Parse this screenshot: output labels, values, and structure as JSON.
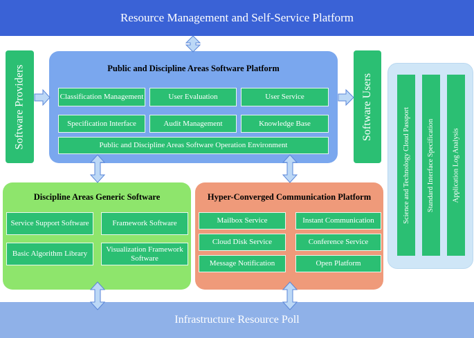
{
  "top_banner": "Resource Management and  Self-Service Platform",
  "bottom_banner": "Infrastructure Resource Poll",
  "software_providers": "Software Providers",
  "software_users": "Software Users",
  "public_platform": {
    "title": "Public and Discipline Areas Software Platform",
    "items": [
      "Classification Management",
      "User Evaluation",
      "User Service",
      "Specification Interface",
      "Audit Management",
      "Knowledge Base"
    ],
    "environment": "Public and Discipline Areas Software Operation Environment"
  },
  "discipline_generic": {
    "title": "Discipline Areas Generic Software",
    "items": [
      "Service Support Software",
      "Framework Software",
      "Basic Algorithm Library",
      "Visualization Framework Software"
    ]
  },
  "hyper_converged": {
    "title": "Hyper-Converged Communication Platform",
    "items": [
      "Mailbox Service",
      "Instant Communication",
      "Cloud Disk Service",
      "Conference Service",
      "Message Notification",
      "Open Platform"
    ]
  },
  "right_panel": {
    "columns": [
      "Science and Technology Cloud Passport",
      "Standard Interface Specification",
      "Application Log Analysis"
    ]
  },
  "colors": {
    "banner_blue": "#3a62d6",
    "light_blue": "#8fb1e8",
    "green": "#2bbf73",
    "light_green": "#8ee56c",
    "salmon": "#ef9a7a",
    "pale_blue": "#cfe6f7"
  }
}
